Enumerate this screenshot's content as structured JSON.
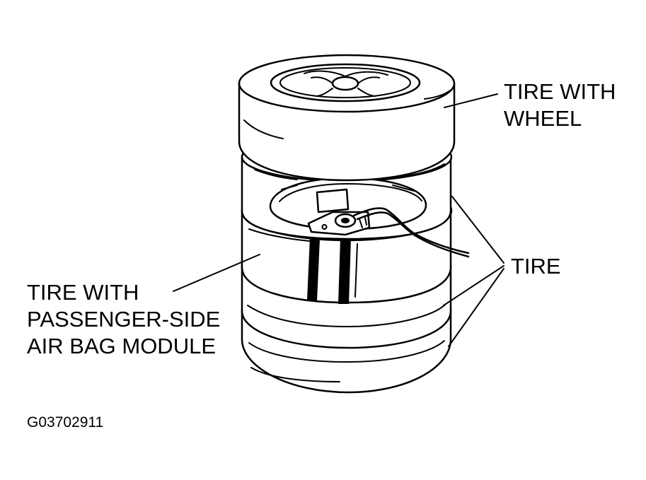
{
  "labels": {
    "tire_with_wheel": [
      "TIRE WITH",
      "WHEEL"
    ],
    "tire": "TIRE",
    "tire_with_airbag": [
      "TIRE WITH",
      "PASSENGER-SIDE",
      "AIR BAG MODULE"
    ]
  },
  "figure_id": "G03702911",
  "colors": {
    "line": "#000000",
    "background": "#ffffff"
  }
}
